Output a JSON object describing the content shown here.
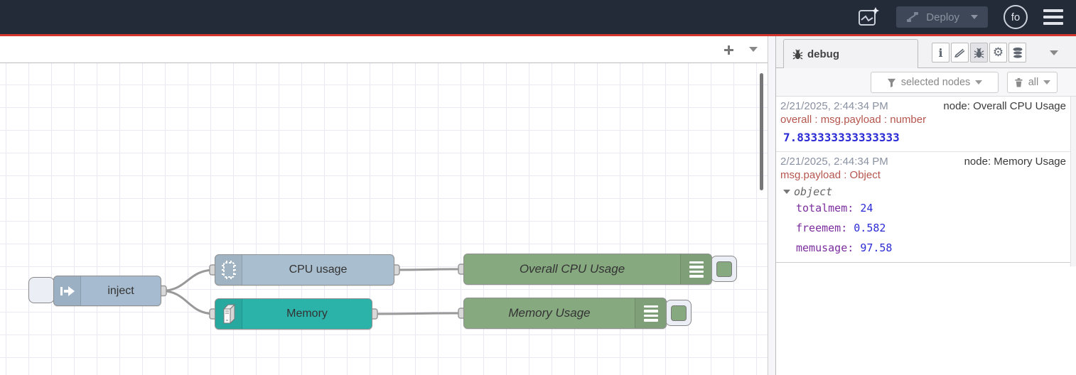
{
  "colors": {
    "header_bg": "#232a38",
    "accent_red": "#d3362d",
    "node_inject": "#a6bbcf",
    "node_cpu": "#a9becf",
    "node_memory": "#2bb3aa",
    "node_debug": "#87a980",
    "wire": "#999999",
    "port_fill": "#d9d9d9",
    "debug_number": "#2b2bd5",
    "debug_key": "#7b2d9e",
    "debug_path": "#b5554d"
  },
  "header": {
    "deploy_label": "Deploy",
    "avatar_text": "fo"
  },
  "flow": {
    "nodes": [
      {
        "label": "inject"
      },
      {
        "label": "CPU usage"
      },
      {
        "label": "Memory"
      },
      {
        "label": "Overall CPU Usage"
      },
      {
        "label": "Memory Usage"
      }
    ]
  },
  "debug_panel": {
    "tab_label": "debug",
    "toolbar": {
      "info_glyph": "i",
      "gear_glyph": "⚙"
    },
    "filter_button": "selected nodes",
    "clear_button": "all",
    "messages": [
      {
        "timestamp": "2/21/2025, 2:44:34 PM",
        "node": "node: Overall CPU Usage",
        "path": "overall : msg.payload : number",
        "value": "7.833333333333333"
      },
      {
        "timestamp": "2/21/2025, 2:44:34 PM",
        "node": "node: Memory Usage",
        "path": "msg.payload : Object",
        "object_label": "object",
        "properties": [
          {
            "key": "totalmem:",
            "value": "24"
          },
          {
            "key": "freemem:",
            "value": "0.582"
          },
          {
            "key": "memusage:",
            "value": "97.58"
          }
        ]
      }
    ]
  }
}
